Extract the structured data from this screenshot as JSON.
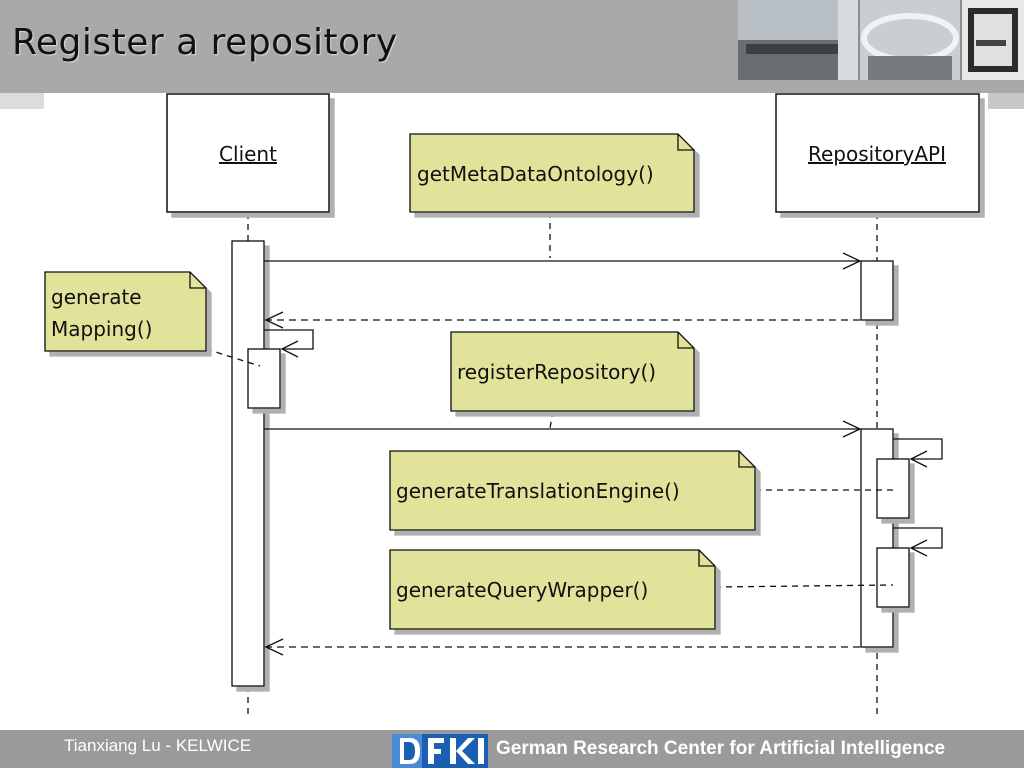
{
  "slide": {
    "title": "Register a repository"
  },
  "diagram": {
    "participants": {
      "client": "Client",
      "repository_api": "RepositoryAPI"
    },
    "notes": {
      "get_metadata": "getMetaDataOntology()",
      "generate_mapping_line1": "generate",
      "generate_mapping_line2": "Mapping()",
      "register_repository": "registerRepository()",
      "generate_translation_engine": "generateTranslationEngine()",
      "generate_query_wrapper": "generateQueryWrapper()"
    }
  },
  "footer": {
    "author": "Tianxiang Lu - KELWICE",
    "organization": "German Research Center for Artificial Intelligence"
  },
  "colors": {
    "header_bg": "#a9a9a9",
    "note_fill": "#e2e39a",
    "footer_bg": "#9a9a9a",
    "logo_blue": "#1a5fb4"
  }
}
